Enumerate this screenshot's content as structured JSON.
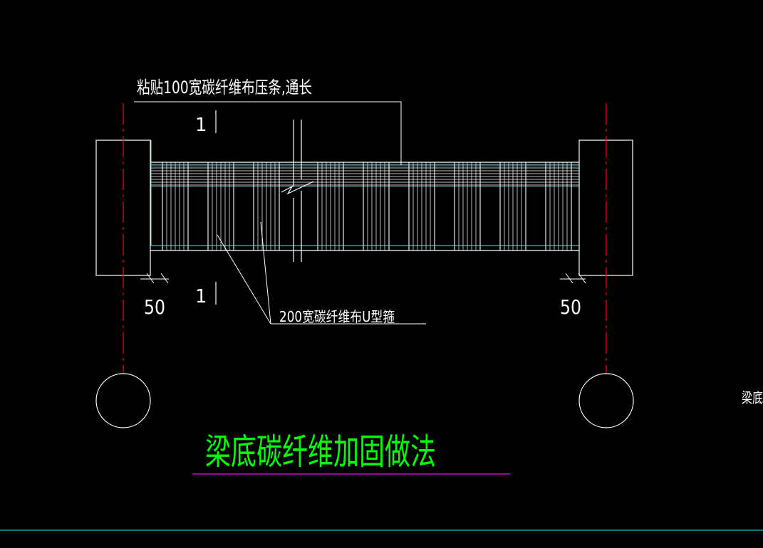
{
  "colors": {
    "background": "#000000",
    "line": "#ffffff",
    "axis": "#ff0000",
    "fabric": "#7fd6d6",
    "title": "#00ff00",
    "title_underline": "#ff00ff",
    "bottom_rule": "#00c8c8"
  },
  "labels": {
    "top_note": "粘贴100宽碳纤维布压条,通长",
    "section_mark_top": "1",
    "section_mark_bottom": "1",
    "dim_left": "50",
    "dim_right": "50",
    "bottom_note": "200宽碳纤维布U型箍",
    "title": "梁底碳纤维加固做法",
    "cut_off_text": "梁底"
  }
}
